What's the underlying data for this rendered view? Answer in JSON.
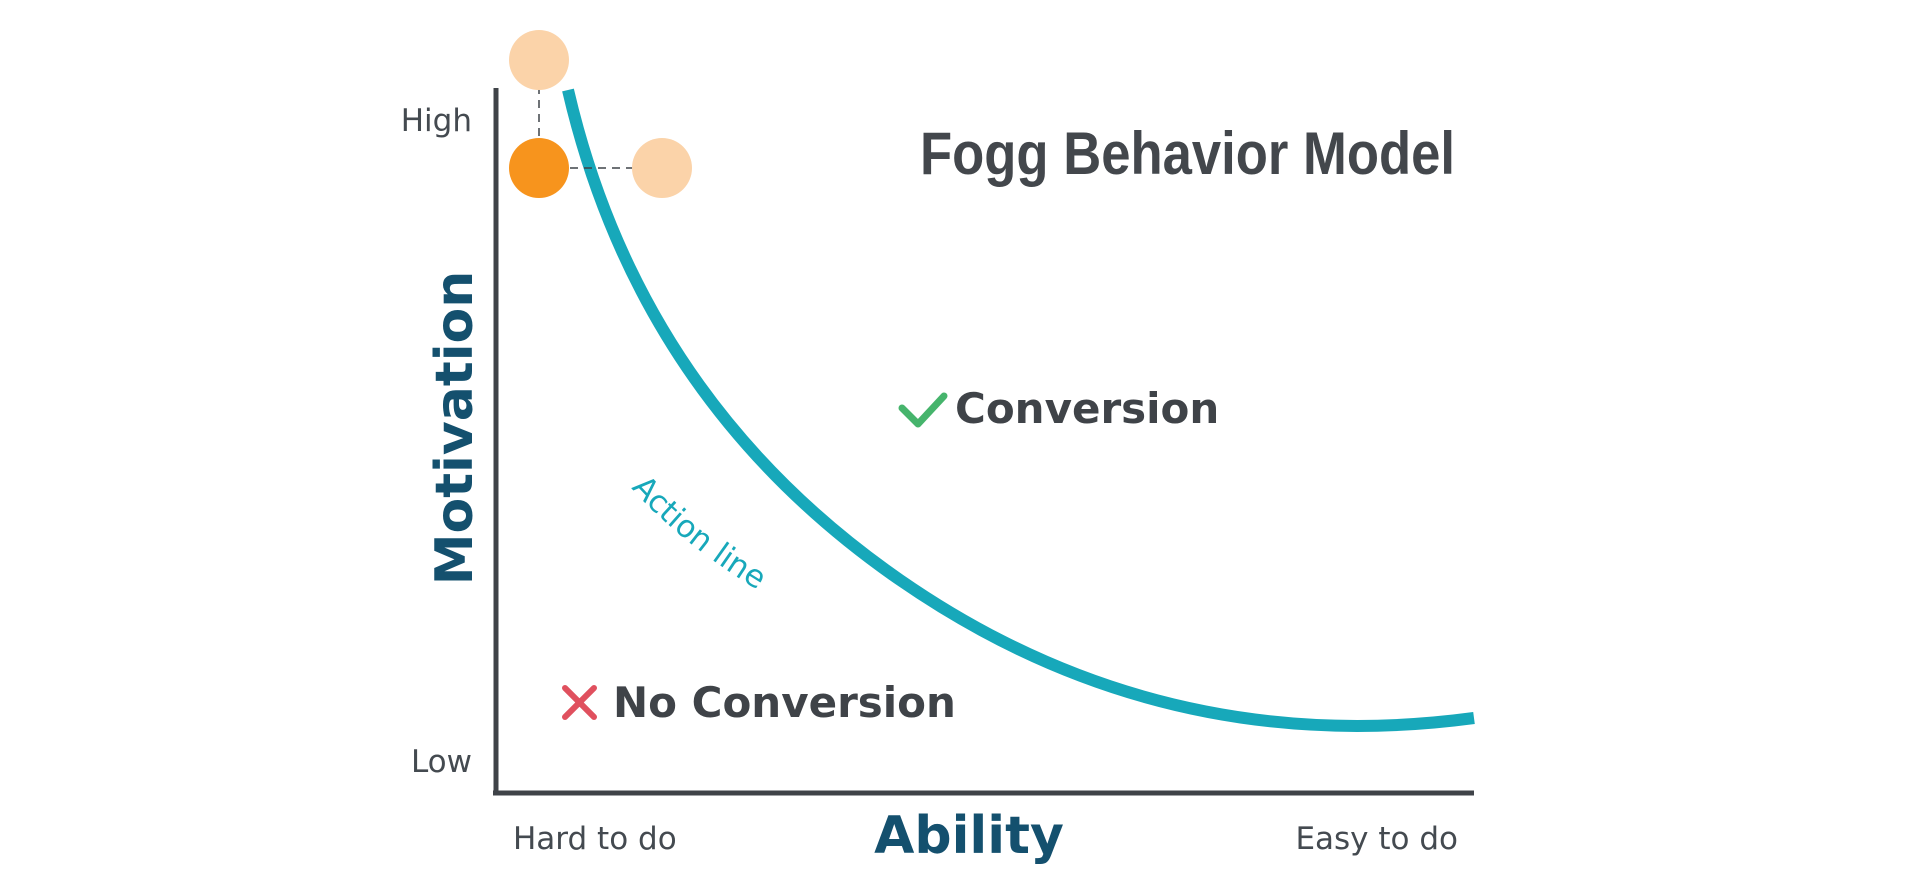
{
  "title": "Fogg Behavior Model",
  "y_axis": {
    "label": "Motivation",
    "high_label": "High",
    "low_label": "Low"
  },
  "x_axis": {
    "label": "Ability",
    "hard_label": "Hard to do",
    "easy_label": "Easy to do"
  },
  "action_line": {
    "label": "Action line",
    "color": "#17a8ba"
  },
  "regions": {
    "conversion": {
      "label": "Conversion",
      "icon": "check-icon",
      "icon_color": "#46b46c"
    },
    "no_conversion": {
      "label": "No Conversion",
      "icon": "cross-icon",
      "icon_color": "#e0505e"
    }
  },
  "markers": {
    "current_color": "#f7941d",
    "ghost_color": "#fbd3a9"
  },
  "colors": {
    "axis": "#3f4348",
    "text": "#444a50",
    "axis_title": "#14506e"
  }
}
